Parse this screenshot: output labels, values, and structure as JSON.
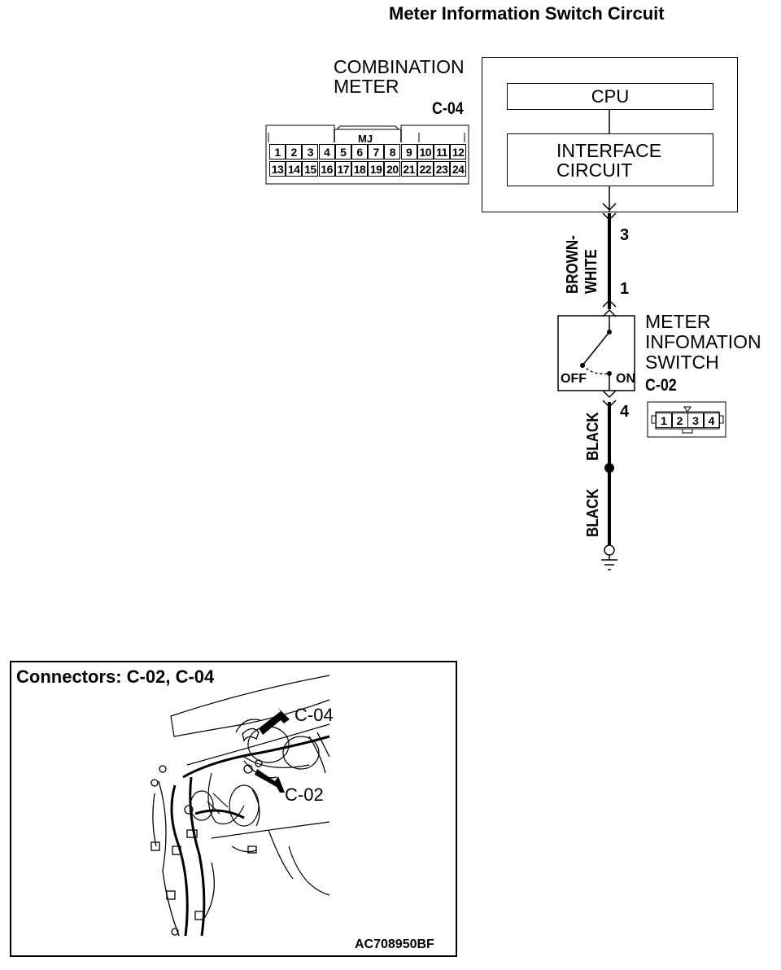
{
  "title": "Meter Information Switch Circuit",
  "combination_meter": {
    "label_line1": "COMBINATION",
    "label_line2": "METER",
    "connector_id": "C-04",
    "cpu_label": "CPU",
    "interface_line1": "INTERFACE",
    "interface_line2": "CIRCUIT",
    "connector_tag": "MJ",
    "pins_row1": [
      "1",
      "2",
      "3",
      "4",
      "5",
      "6",
      "7",
      "8",
      "9",
      "10",
      "11",
      "12"
    ],
    "pins_row2": [
      "13",
      "14",
      "15",
      "16",
      "17",
      "18",
      "19",
      "20",
      "21",
      "22",
      "23",
      "24"
    ]
  },
  "wiring": {
    "pin_meter": "3",
    "pin_switch_top": "1",
    "pin_switch_bottom": "4",
    "wire_upper_line1": "BROWN-",
    "wire_upper_line2": "WHITE",
    "wire_lower1": "BLACK",
    "wire_lower2": "BLACK"
  },
  "switch": {
    "label_line1": "METER",
    "label_line2": "INFOMATION",
    "label_line3": "SWITCH",
    "connector_id": "C-02",
    "off_label": "OFF",
    "on_label": "ON",
    "pins": [
      "1",
      "2",
      "3",
      "4"
    ]
  },
  "inset": {
    "title": "Connectors: C-02, C-04",
    "callout_c04": "C-04",
    "callout_c02": "C-02",
    "reference": "AC708950BF"
  }
}
